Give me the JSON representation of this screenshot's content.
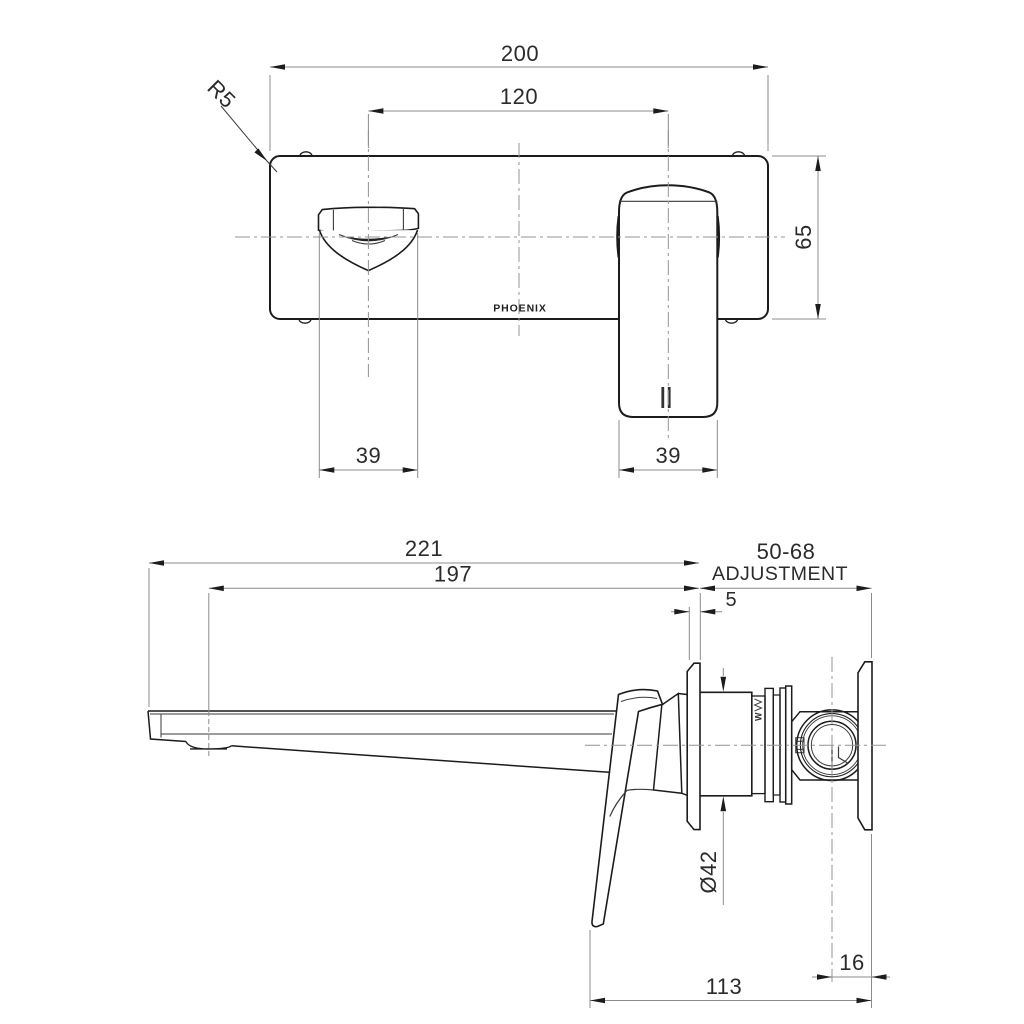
{
  "drawing": {
    "brand": "PHOENIX",
    "certification_mark": "W",
    "colors": {
      "outline": "#1c1c1c",
      "dimension_line": "#8c8c8c",
      "centerline": "#949494",
      "text": "#2b2b2b",
      "background": "#ffffff"
    },
    "front_view": {
      "dim_plate_width": "200",
      "dim_spout_to_handle_centres": "120",
      "dim_corner_radius": "R5",
      "dim_plate_height": "65",
      "dim_spout_width": "39",
      "dim_handle_width": "39"
    },
    "side_view": {
      "dim_spout_tip_to_wall": "221",
      "dim_aerator_to_wall": "197",
      "dim_adjustment_range": "50-68",
      "adjustment_label": "ADJUSTMENT",
      "dim_plate_thickness": "5",
      "dim_body_diameter": "Ø42",
      "dim_inlet_to_bracket": "16",
      "dim_handle_to_bracket": "113"
    }
  }
}
